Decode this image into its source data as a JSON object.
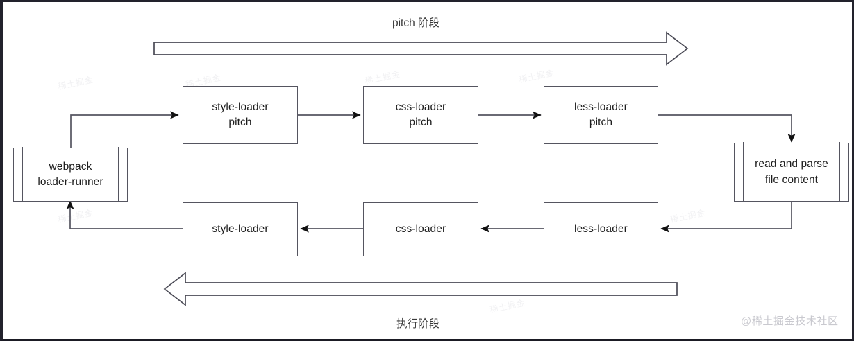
{
  "diagram": {
    "title_top": "pitch 阶段",
    "title_bottom": "执行阶段",
    "watermark": "@稀土掘金技术社区",
    "ghost_watermark": "稀土掘金",
    "colors": {
      "background": "#ffffff",
      "frame": "#22222c",
      "box_stroke": "#555560",
      "connector": "#555560",
      "arrow_fill": "#111111",
      "text": "#1d1d1d",
      "watermark": "#c9c9cf"
    },
    "nodes": [
      {
        "id": "webpack-loader-runner",
        "shape": "process",
        "lines": [
          "webpack",
          "loader-runner"
        ]
      },
      {
        "id": "style-loader-pitch",
        "shape": "rect",
        "lines": [
          "style-loader",
          "pitch"
        ]
      },
      {
        "id": "css-loader-pitch",
        "shape": "rect",
        "lines": [
          "css-loader",
          "pitch"
        ]
      },
      {
        "id": "less-loader-pitch",
        "shape": "rect",
        "lines": [
          "less-loader",
          "pitch"
        ]
      },
      {
        "id": "read-and-parse-file-content",
        "shape": "process",
        "lines": [
          "read and parse",
          "file content"
        ]
      },
      {
        "id": "less-loader",
        "shape": "rect",
        "lines": [
          "less-loader"
        ]
      },
      {
        "id": "css-loader",
        "shape": "rect",
        "lines": [
          "css-loader"
        ]
      },
      {
        "id": "style-loader",
        "shape": "rect",
        "lines": [
          "style-loader"
        ]
      }
    ],
    "phase_arrows": [
      {
        "id": "pitch-phase-arrow",
        "direction": "right",
        "label": "pitch 阶段"
      },
      {
        "id": "execute-phase-arrow",
        "direction": "left",
        "label": "执行阶段"
      }
    ],
    "edges": [
      {
        "from": "webpack-loader-runner",
        "to": "style-loader-pitch"
      },
      {
        "from": "style-loader-pitch",
        "to": "css-loader-pitch"
      },
      {
        "from": "css-loader-pitch",
        "to": "less-loader-pitch"
      },
      {
        "from": "less-loader-pitch",
        "to": "read-and-parse-file-content"
      },
      {
        "from": "read-and-parse-file-content",
        "to": "less-loader"
      },
      {
        "from": "less-loader",
        "to": "css-loader"
      },
      {
        "from": "css-loader",
        "to": "style-loader"
      },
      {
        "from": "style-loader",
        "to": "webpack-loader-runner"
      }
    ]
  }
}
